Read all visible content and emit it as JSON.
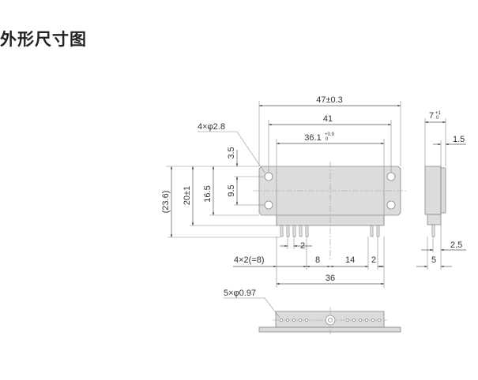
{
  "title": "外形尺寸图",
  "dimensions": {
    "overall_width": "47±0.3",
    "hole_pitch": "41",
    "connector_width": "36.1",
    "connector_tol_upper": "+0.9",
    "connector_tol_lower": "0",
    "holes": "4×φ2.8",
    "hole_offset_top": "3.5",
    "hole_pitch_vertical": "9.5",
    "body_height": "16.5",
    "height_with_connector": "20±1",
    "total_height": "(23.6)",
    "pin_pitch": "2",
    "pin_span": "4×2(=8)",
    "gap_8": "8",
    "gap_14": "14",
    "gap_2": "2",
    "pin_row_total": "36",
    "depth": "7",
    "depth_tol_upper": "+1",
    "depth_tol_lower": "0",
    "flange": "1.5",
    "pin_offset": "2.5",
    "connector_depth": "5",
    "pin_diameter": "5×φ0.97"
  }
}
